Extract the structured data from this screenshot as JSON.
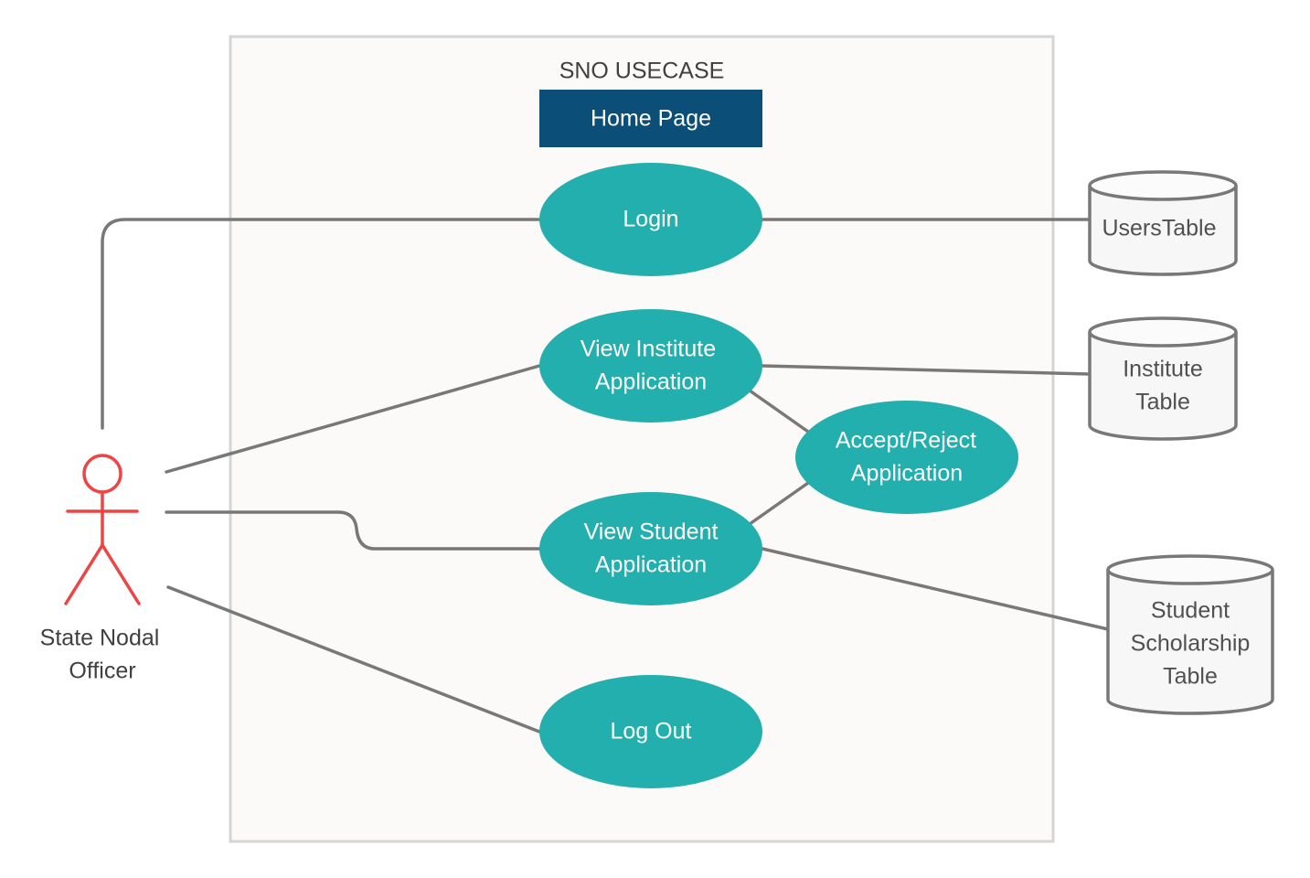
{
  "diagram": {
    "boundary": {
      "title": "SNO USECASE"
    },
    "banner": {
      "label": "Home Page"
    },
    "actor": {
      "line1": "State Nodal",
      "line2": "Officer"
    },
    "usecases": {
      "login": {
        "line1": "Login"
      },
      "view_institute": {
        "line1": "View Institute",
        "line2": "Application"
      },
      "accept_reject": {
        "line1": "Accept/Reject",
        "line2": "Application"
      },
      "view_student": {
        "line1": "View Student",
        "line2": "Application"
      },
      "logout": {
        "line1": "Log Out"
      }
    },
    "databases": {
      "users": {
        "line1": "UsersTable"
      },
      "institute": {
        "line1": "Institute",
        "line2": "Table"
      },
      "student": {
        "line1": "Student",
        "line2": "Scholarship",
        "line3": "Table"
      }
    },
    "colors": {
      "usecase_fill": "#23afae",
      "banner_fill": "#0b4f78",
      "actor_stroke": "#ef4444",
      "connector": "#7a7876",
      "boundary_stroke": "#d4d4d4"
    }
  }
}
